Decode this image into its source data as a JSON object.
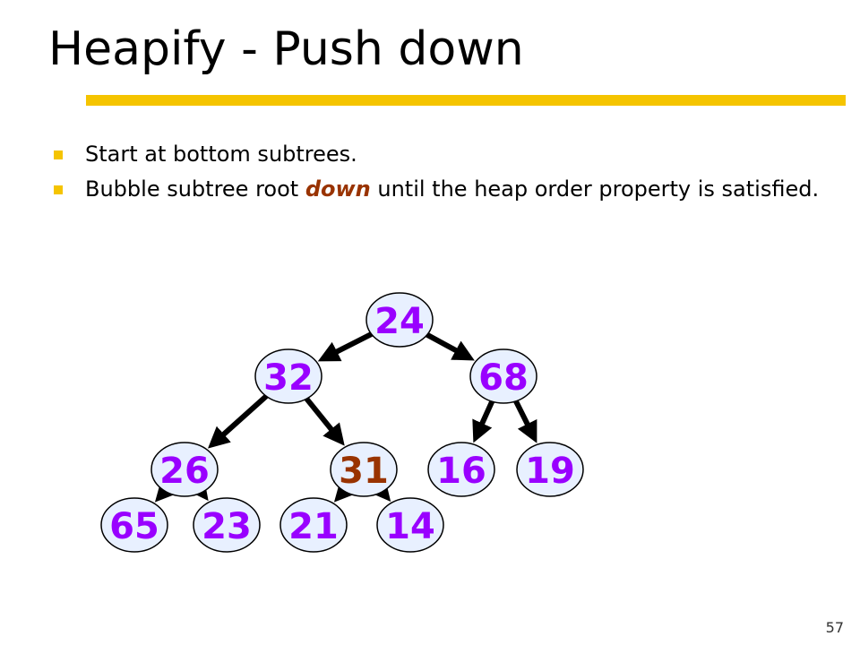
{
  "slide": {
    "title": "Heapify - Push down",
    "bullets": [
      {
        "parts": [
          {
            "text": "Start at bottom subtrees.",
            "emph": false
          }
        ]
      },
      {
        "parts": [
          {
            "text": "Bubble subtree root ",
            "emph": false
          },
          {
            "text": "down",
            "emph": true
          },
          {
            "text": " until the heap order property is satisfied.",
            "emph": false
          }
        ]
      }
    ],
    "page_number": "57"
  },
  "colors": {
    "accent_bar": "#f5c400",
    "node_text": "#9900ff",
    "highlight_node_text": "#993300",
    "node_fill": "#e8f0ff",
    "emphasis_text": "#993300"
  },
  "tree": {
    "nodes": [
      {
        "id": "n24",
        "label": "24",
        "highlight": false
      },
      {
        "id": "n32",
        "label": "32",
        "highlight": false
      },
      {
        "id": "n68",
        "label": "68",
        "highlight": false
      },
      {
        "id": "n26",
        "label": "26",
        "highlight": false
      },
      {
        "id": "n31",
        "label": "31",
        "highlight": true
      },
      {
        "id": "n16",
        "label": "16",
        "highlight": false
      },
      {
        "id": "n19",
        "label": "19",
        "highlight": false
      },
      {
        "id": "n65",
        "label": "65",
        "highlight": false
      },
      {
        "id": "n23",
        "label": "23",
        "highlight": false
      },
      {
        "id": "n21",
        "label": "21",
        "highlight": false
      },
      {
        "id": "n14",
        "label": "14",
        "highlight": false
      }
    ],
    "edges": [
      {
        "from": "n24",
        "to": "n32"
      },
      {
        "from": "n24",
        "to": "n68"
      },
      {
        "from": "n32",
        "to": "n26"
      },
      {
        "from": "n32",
        "to": "n31"
      },
      {
        "from": "n68",
        "to": "n16"
      },
      {
        "from": "n68",
        "to": "n19"
      },
      {
        "from": "n26",
        "to": "n65"
      },
      {
        "from": "n26",
        "to": "n23"
      },
      {
        "from": "n31",
        "to": "n21"
      },
      {
        "from": "n31",
        "to": "n14"
      }
    ]
  }
}
